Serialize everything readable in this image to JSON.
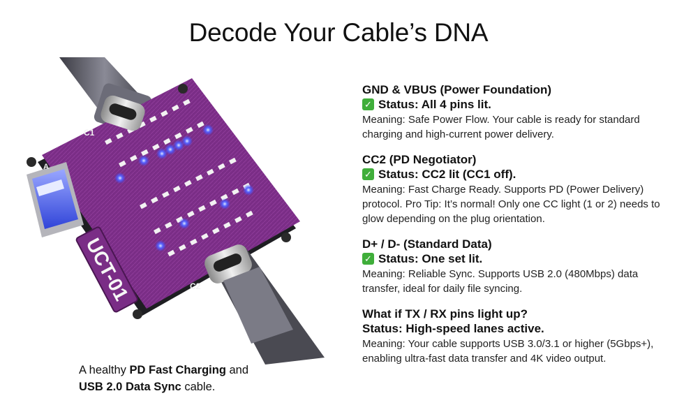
{
  "title": "Decode Your Cable’s DNA",
  "device": {
    "label": "UCT-01",
    "port_c1": "C1",
    "port_c2": "C2",
    "port_a": "A"
  },
  "caption": {
    "part1": "A healthy ",
    "bold1": "PD Fast Charging",
    "part2": " and",
    "bold2": "USB 2.0 Data Sync",
    "part3": " cable."
  },
  "sections": [
    {
      "heading": "GND & VBUS (Power Foundation)",
      "status": "Status: All 4 pins lit.",
      "has_check": true,
      "meaning": "Meaning: Safe Power Flow. Your cable is ready for standard charging and high-current power delivery."
    },
    {
      "heading": "CC2 (PD Negotiator)",
      "status": "Status: CC2 lit (CC1 off).",
      "has_check": true,
      "meaning": "Meaning: Fast Charge Ready. Supports PD (Power Delivery) protocol. Pro Tip: It’s normal! Only one CC light (1 or 2) needs to glow depending on the plug orientation."
    },
    {
      "heading": "D+ / D- (Standard Data)",
      "status": "Status: One set lit.",
      "has_check": true,
      "meaning": "Meaning: Reliable Sync. Supports USB 2.0 (480Mbps) data transfer, ideal for daily file syncing."
    },
    {
      "heading": "What if TX / RX pins light up?",
      "status": "Status: High-speed lanes active.",
      "has_check": false,
      "meaning": "Meaning: Your cable supports USB 3.0/3.1 or higher (5Gbps+), enabling ultra-fast data transfer and 4K video output."
    }
  ],
  "colors": {
    "board": "#7a2d86",
    "board_dark": "#4a1652",
    "led_on": "#3a4cff",
    "check": "#3fae3a"
  }
}
